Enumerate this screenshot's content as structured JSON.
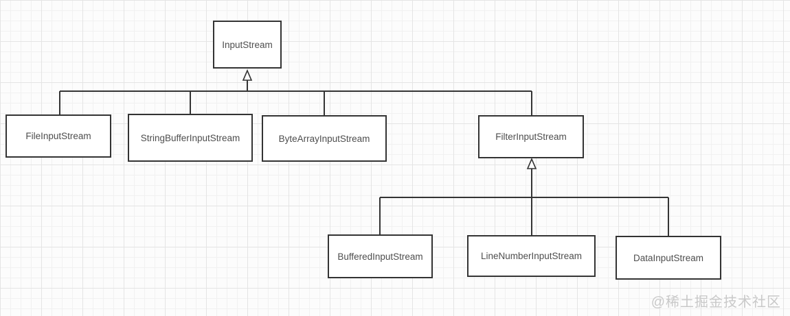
{
  "diagram": {
    "type": "uml-class-hierarchy",
    "nodes": [
      {
        "label": "InputStream"
      },
      {
        "label": "FileInputStream"
      },
      {
        "label": "StringBufferInputStream"
      },
      {
        "label": "ByteArrayInputStream"
      },
      {
        "label": "FilterInputStream"
      },
      {
        "label": "BufferedInputStream"
      },
      {
        "label": "LineNumberInputStream"
      },
      {
        "label": "DataInputStream"
      }
    ],
    "edges": [
      {
        "from": "FileInputStream",
        "to": "InputStream",
        "type": "generalization"
      },
      {
        "from": "StringBufferInputStream",
        "to": "InputStream",
        "type": "generalization"
      },
      {
        "from": "ByteArrayInputStream",
        "to": "InputStream",
        "type": "generalization"
      },
      {
        "from": "FilterInputStream",
        "to": "InputStream",
        "type": "generalization"
      },
      {
        "from": "BufferedInputStream",
        "to": "FilterInputStream",
        "type": "generalization"
      },
      {
        "from": "LineNumberInputStream",
        "to": "FilterInputStream",
        "type": "generalization"
      },
      {
        "from": "DataInputStream",
        "to": "FilterInputStream",
        "type": "generalization"
      }
    ]
  },
  "watermark": {
    "text": "@稀土掘金技术社区"
  },
  "colors": {
    "node_border": "#333333",
    "node_fill": "#ffffff",
    "node_text": "#4d4d4d",
    "edge_line": "#333333",
    "arrowhead_fill": "#fcfcfc",
    "watermark_text": "#c9c9c9",
    "grid_minor": "#f1f1f1",
    "grid_major": "#e4e4e4",
    "background": "#fcfcfc"
  }
}
